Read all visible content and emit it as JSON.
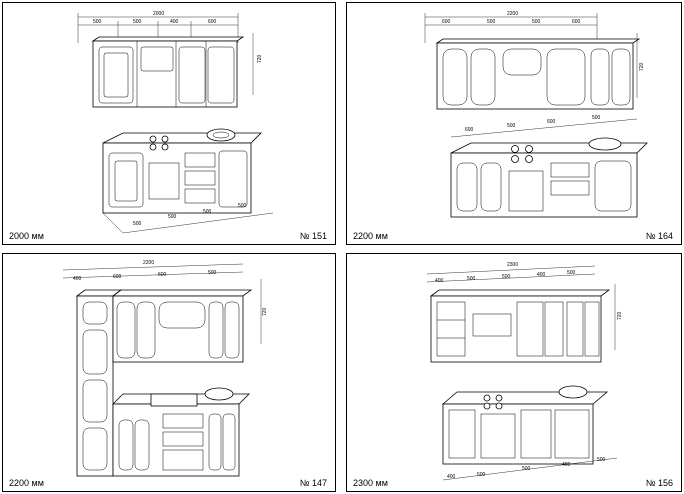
{
  "panels": [
    {
      "size_label": "2000 мм",
      "number_label": "№ 151",
      "upper_total": "2000",
      "upper_dims": [
        "500",
        "500",
        "400",
        "600"
      ],
      "height": "720",
      "lower_dims": [
        "500",
        "500",
        "500",
        "500"
      ]
    },
    {
      "size_label": "2200 мм",
      "number_label": "№ 164",
      "upper_total": "2200",
      "upper_dims": [
        "600",
        "500",
        "500",
        "600"
      ],
      "height": "720",
      "lower_dims": [
        "600",
        "500",
        "600",
        "500"
      ]
    },
    {
      "size_label": "2200 мм",
      "number_label": "№ 147",
      "upper_total": "2200",
      "upper_dims": [
        "400",
        "600",
        "600",
        "500"
      ],
      "height": "720",
      "lower_dims": []
    },
    {
      "size_label": "2300 мм",
      "number_label": "№ 156",
      "upper_total": "2300",
      "upper_dims": [
        "400",
        "500",
        "500",
        "400",
        "500"
      ],
      "height": "720",
      "lower_dims": [
        "400",
        "500",
        "500",
        "400",
        "500"
      ]
    }
  ]
}
